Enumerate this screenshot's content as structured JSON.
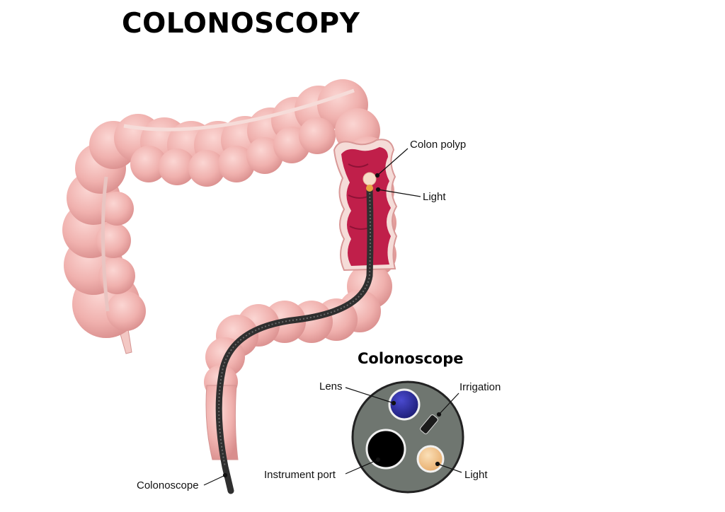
{
  "title": "COLONOSCOPY",
  "labels": {
    "colon_polyp": "Colon polyp",
    "light_tip": "Light",
    "colonoscope": "Colonoscope"
  },
  "inset": {
    "title": "Colonoscope",
    "lens": "Lens",
    "irrigation": "Irrigation",
    "instrument_port": "Instrument port",
    "light": "Light"
  },
  "colors": {
    "colon": "#f2b7b4",
    "colon_shadow": "#d98f8e",
    "interior": "#c01f4a",
    "scope": "#3a3a3a",
    "scope_head": "#6f7670",
    "lens": "#2b2b8f",
    "light": "#f3c894"
  }
}
